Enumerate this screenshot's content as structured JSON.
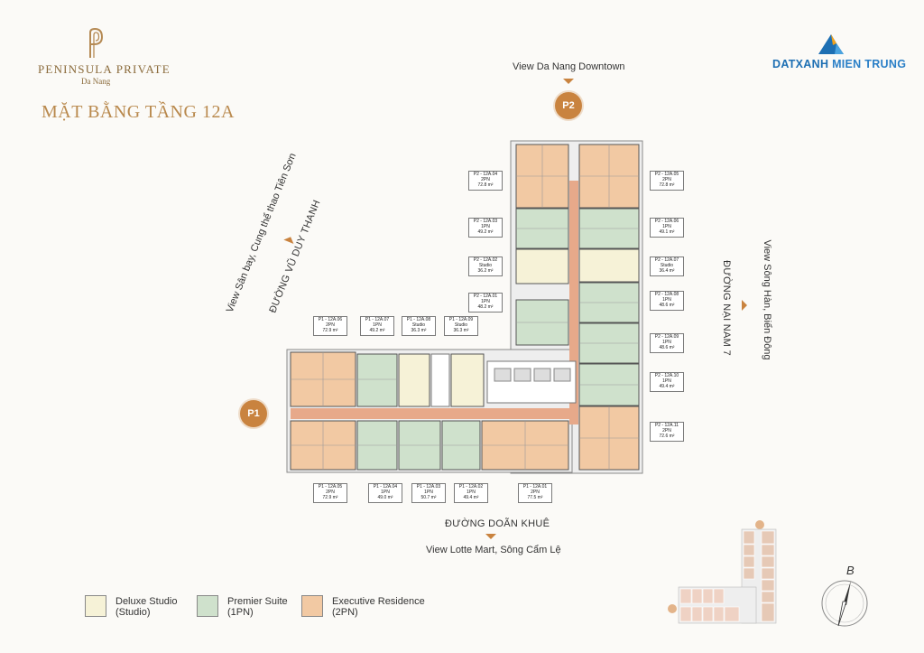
{
  "brand": {
    "name": "PENINSULA PRIVATE",
    "sub": "Da Nang"
  },
  "title": "MẶT BẰNG TẦNG 12A",
  "partner": {
    "part1": "DATXANH",
    "part2": "MIEN TRUNG"
  },
  "views": {
    "top": "View Da Nang Downtown",
    "bottom": "View Lotte Mart, Sông Cẩm Lệ",
    "left": "View Sân bay, Cung thể thao Tiên Sơn",
    "right": "View Sông Hàn, Biển Đông"
  },
  "streets": {
    "left": "ĐƯỜNG VŨ DUY THANH",
    "right": "ĐƯỜNG NẠI NAM 7",
    "bottom": "ĐƯỜNG DOÃN KHUÊ"
  },
  "badges": {
    "p2": "P2",
    "p1": "P1"
  },
  "units": [
    {
      "code": "P2 - 12A.04",
      "type": "2PN",
      "area": "72.8 m²"
    },
    {
      "code": "P2 - 12A.03",
      "type": "1PN",
      "area": "49.2 m²"
    },
    {
      "code": "P2 - 12A.02",
      "type": "Studio",
      "area": "36.2 m²"
    },
    {
      "code": "P2 - 12A.01",
      "type": "1PN",
      "area": "48.2 m²"
    },
    {
      "code": "P2 - 12A.05",
      "type": "2PN",
      "area": "72.8 m²"
    },
    {
      "code": "P2 - 12A.06",
      "type": "1PN",
      "area": "49.1 m²"
    },
    {
      "code": "P2 - 12A.07",
      "type": "Studio",
      "area": "36.4 m²"
    },
    {
      "code": "P2 - 12A.08",
      "type": "1PN",
      "area": "48.6 m²"
    },
    {
      "code": "P2 - 12A.09",
      "type": "1PN",
      "area": "48.6 m²"
    },
    {
      "code": "P2 - 12A.10",
      "type": "1PN",
      "area": "49.4 m²"
    },
    {
      "code": "P2 - 12A.11",
      "type": "2PN",
      "area": "72.6 m²"
    },
    {
      "code": "P1 - 12A.06",
      "type": "2PN",
      "area": "72.9 m²"
    },
    {
      "code": "P1 - 12A.07",
      "type": "1PN",
      "area": "49.2 m²"
    },
    {
      "code": "P1 - 12A.08",
      "type": "Studio",
      "area": "36.3 m²"
    },
    {
      "code": "P1 - 12A.09",
      "type": "Studio",
      "area": "36.3 m²"
    },
    {
      "code": "P1 - 12A.05",
      "type": "2PN",
      "area": "72.9 m²"
    },
    {
      "code": "P1 - 12A.04",
      "type": "1PN",
      "area": "49.0 m²"
    },
    {
      "code": "P1 - 12A.03",
      "type": "1PN",
      "area": "50.7 m²"
    },
    {
      "code": "P1 - 12A.02",
      "type": "1PN",
      "area": "49.4 m²"
    },
    {
      "code": "P1 - 12A.01",
      "type": "2PN",
      "area": "77.5 m²"
    }
  ],
  "legend": [
    {
      "name": "Deluxe Studio",
      "sub": "(Studio)",
      "color": "#f6f2d7"
    },
    {
      "name": "Premier Suite",
      "sub": "(1PN)",
      "color": "#cfe1cc"
    },
    {
      "name": "Executive Residence",
      "sub": "(2PN)",
      "color": "#f2c9a3"
    }
  ],
  "compass": "B",
  "colors": {
    "accent": "#c9833f",
    "studio": "#f6f2d7",
    "onebed": "#cfe1cc",
    "twobed": "#f2c9a3",
    "corridor": "#e7a98a"
  }
}
